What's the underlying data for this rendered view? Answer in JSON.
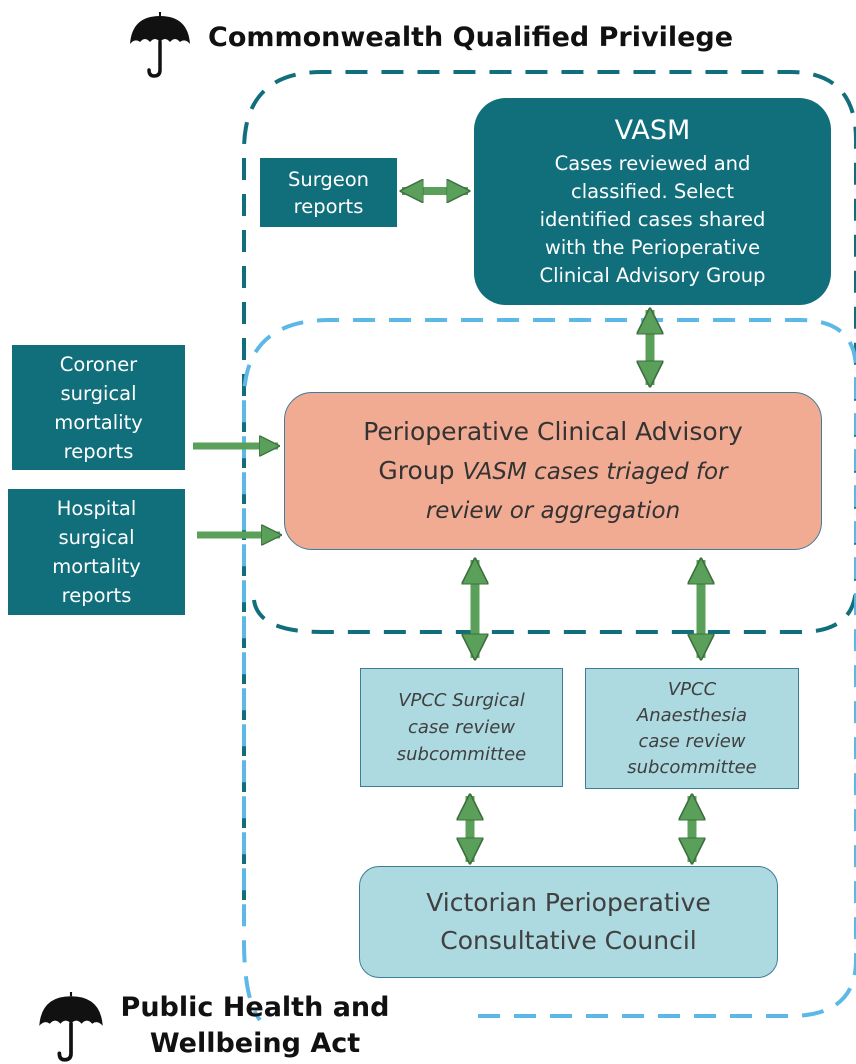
{
  "protections": {
    "commonwealth": {
      "label": "Commonwealth Qualified Privilege",
      "icon": "umbrella-icon"
    },
    "public_health": {
      "label_line1": "Public Health and",
      "label_line2": "Wellbeing Act",
      "icon": "umbrella-icon"
    }
  },
  "nodes": {
    "vasm": {
      "title": "VASM",
      "lines": [
        "Cases reviewed and",
        "classified. Select",
        "identified cases shared",
        "with the Perioperative",
        "Clinical Advisory Group"
      ]
    },
    "surgeon_reports": {
      "lines": [
        "Surgeon",
        "reports"
      ]
    },
    "coroner_reports": {
      "lines": [
        "Coroner",
        "surgical",
        "mortality",
        "reports"
      ]
    },
    "hospital_reports": {
      "lines": [
        "Hospital",
        "surgical",
        "mortality",
        "reports"
      ]
    },
    "pcag": {
      "line1": "Perioperative Clinical Advisory",
      "line2_regular": "Group ",
      "line2_italic": "VASM cases triaged for",
      "line3_italic": "review or aggregation"
    },
    "vpcc_surgical": {
      "lines": [
        "VPCC Surgical",
        "case review",
        "subcommittee"
      ]
    },
    "vpcc_anaesthesia": {
      "lines": [
        "VPCC",
        "Anaesthesia",
        "case review",
        "subcommittee"
      ]
    },
    "vpcc": {
      "lines": [
        "Victorian Perioperative",
        "Consultative Council"
      ]
    }
  },
  "colors": {
    "dark_teal": "#116e7b",
    "salmon": "#f2ab93",
    "light_blue": "#add9e0",
    "arrow_green": "#5aa05a",
    "dashed_dark": "#116e7b",
    "dashed_light": "#5cb8e6"
  }
}
